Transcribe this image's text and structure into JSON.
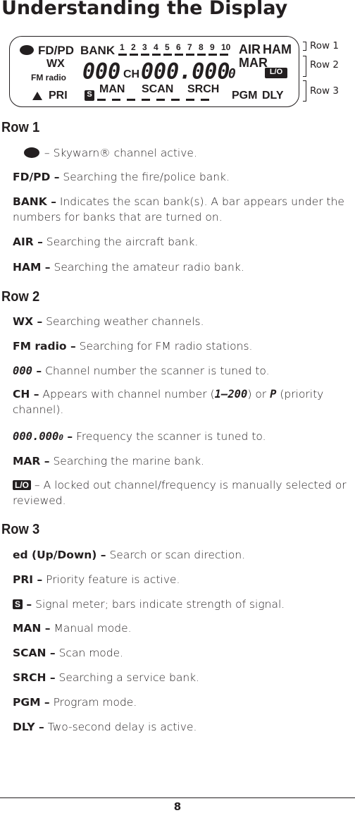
{
  "title": "Understanding the Display",
  "lcd": {
    "fdpd": "FD/PD",
    "bank": "BANK",
    "bank_numbers": [
      "1",
      "2",
      "3",
      "4",
      "5",
      "6",
      "7",
      "8",
      "9",
      "10"
    ],
    "air": "AIR",
    "ham": "HAM",
    "wx": "WX",
    "mar": "MAR",
    "fm_radio": "FM radio",
    "channel_digits": "000",
    "ch": "CH",
    "freq_digits": "000.000",
    "freq_small": "0",
    "lo": "L/O",
    "pri": "PRI",
    "s": "S",
    "man": "MAN",
    "scan": "SCAN",
    "srch": "SRCH",
    "pgm": "PGM",
    "dly": "DLY"
  },
  "callouts": {
    "row1": "Row 1",
    "row2": "Row 2",
    "row3": "Row 3"
  },
  "rows": [
    {
      "heading": "Row 1",
      "entries": [
        {
          "term": "",
          "icon": "skywarn-icon",
          "desc": " – Skywarn® channel active."
        },
        {
          "term": "FD/PD –",
          "desc": " Searching the fire/police bank."
        },
        {
          "term": "BANK –",
          "desc": " Indicates the scan bank(s). A bar appears under the numbers for banks that are turned on."
        },
        {
          "term": "AIR –",
          "desc": " Searching the aircraft bank."
        },
        {
          "term": "HAM –",
          "desc": " Searching the amateur radio bank."
        }
      ]
    },
    {
      "heading": "Row 2",
      "entries": [
        {
          "term": "WX –",
          "desc": " Searching weather channels."
        },
        {
          "term": "FM radio –",
          "desc": " Searching for FM radio stations."
        },
        {
          "seg": "000",
          "term": " –",
          "desc": " Channel number the scanner is tuned to."
        },
        {
          "term": "CH –",
          "desc": " Appears with channel number (",
          "seg2": "1–200",
          "desc2": ") or ",
          "seg3": "P",
          "desc3": " (priority channel)."
        },
        {
          "seg": "000.000",
          "segsmall": "0",
          "term": " –",
          "desc": " Frequency the scanner is tuned to."
        },
        {
          "term": "MAR –",
          "desc": " Searching the marine bank."
        },
        {
          "badge": "L/O",
          "term": "",
          "desc": "  – A locked out channel/frequency is manually selected or reviewed."
        }
      ]
    },
    {
      "heading": "Row 3",
      "entries": [
        {
          "term": "ed (Up/Down) –",
          "desc": " Search or scan direction."
        },
        {
          "term": "PRI –",
          "desc": " Priority feature is active."
        },
        {
          "badge": "S",
          "term": " –",
          "desc": " Signal meter; bars indicate strength of signal."
        },
        {
          "term": "MAN –",
          "desc": " Manual mode."
        },
        {
          "term": "SCAN –",
          "desc": " Scan mode."
        },
        {
          "term": "SRCH –",
          "desc": " Searching a service bank."
        },
        {
          "term": "PGM –",
          "desc": " Program mode."
        },
        {
          "term": "DLY –",
          "desc": " Two-second delay is active."
        }
      ]
    }
  ],
  "page_number": "8"
}
